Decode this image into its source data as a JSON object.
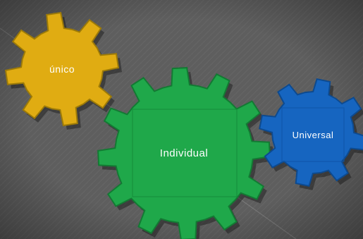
{
  "background": {
    "color": "#5e5e5e",
    "stripe_color": "#666666"
  },
  "gears": [
    {
      "id": "unico",
      "label": "único",
      "color": "#e0ac12",
      "face_color": "#e6b41c",
      "shadow_color": "#9c7a08"
    },
    {
      "id": "individual",
      "label": "Individual",
      "color": "#1fa84a",
      "face_color": "#25b254",
      "shadow_color": "#137a33"
    },
    {
      "id": "universal",
      "label": "Universal",
      "color": "#1665c0",
      "face_color": "#1a74d6",
      "shadow_color": "#0d4a8f"
    }
  ]
}
